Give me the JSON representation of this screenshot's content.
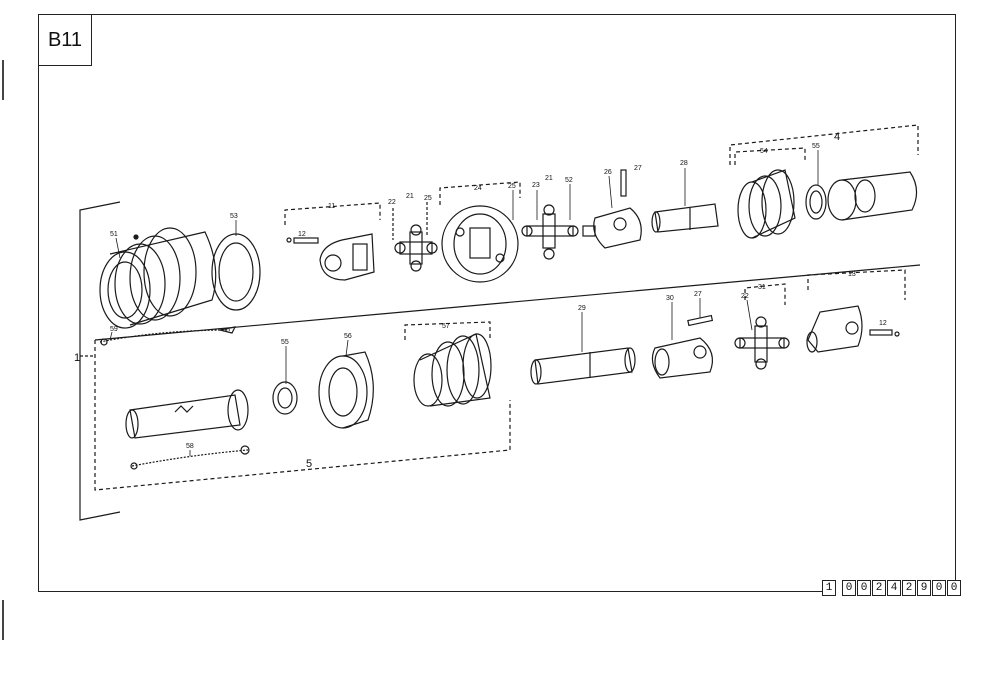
{
  "page_tag": "B11",
  "doc_number": [
    "1",
    "0",
    "0",
    "2",
    "4",
    "2",
    "9",
    "0",
    "0"
  ],
  "labels": {
    "l1": "1",
    "l4": "4",
    "l5": "5",
    "l11": "11",
    "l12a": "12",
    "l12b": "12",
    "l13": "13",
    "l21a": "21",
    "l21b": "21",
    "l22a": "22",
    "l22b": "22",
    "l23": "23",
    "l24": "24",
    "l25a": "25",
    "l25b": "25",
    "l26": "26",
    "l27a": "27",
    "l27b": "27",
    "l28": "28",
    "l29": "29",
    "l30": "30",
    "l31": "31",
    "l51": "51",
    "l52": "52",
    "l53": "53",
    "l54": "54",
    "l55a": "55",
    "l55b": "55",
    "l56": "56",
    "l57": "57",
    "l58": "58",
    "l59": "59"
  }
}
